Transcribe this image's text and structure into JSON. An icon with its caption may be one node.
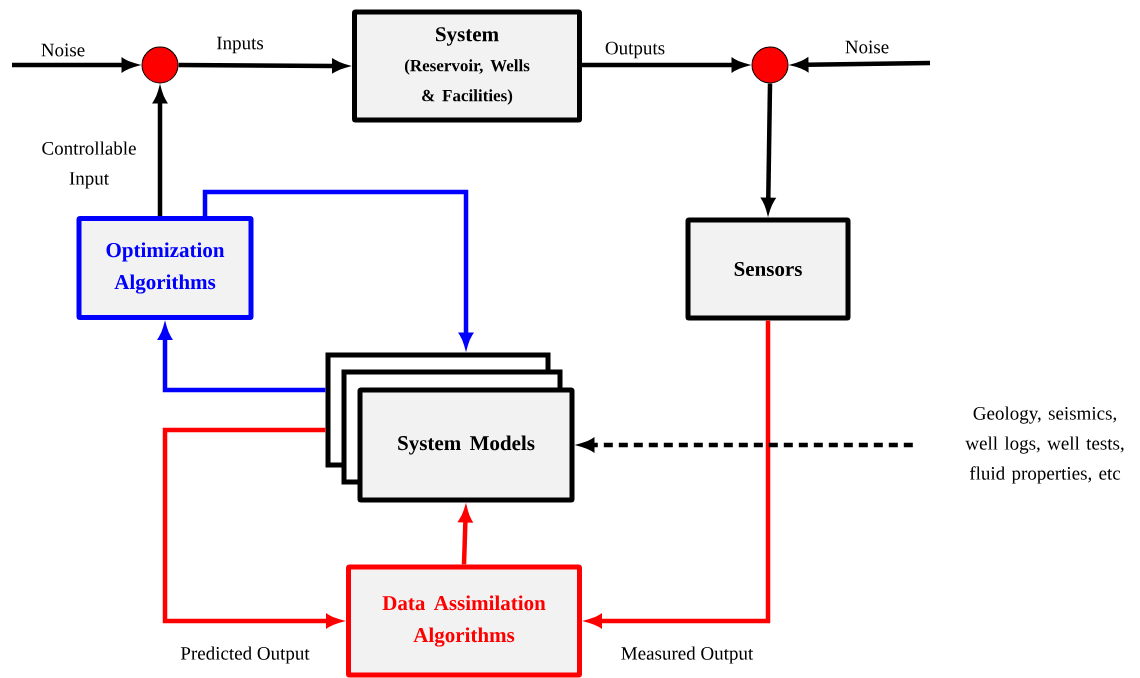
{
  "diagram": {
    "nodes": [
      {
        "text": [],
        "shape": "circle"
      },
      {
        "text": [
          "System",
          "(Reservoir, Wells & Facilities)"
        ]
      },
      {
        "text": [],
        "shape": "circle"
      },
      {
        "text": [
          "Sensors"
        ]
      },
      {
        "text": [
          "Optimization Algorithms"
        ]
      },
      {
        "text": [
          "System Models"
        ]
      },
      {
        "text": [
          "Data Assimilation Algorithms"
        ]
      },
      {
        "text": [
          "Geology, seismics, well logs, well tests, fluid properties, etc"
        ]
      }
    ],
    "edges": [
      {
        "from": null,
        "to": 0,
        "arrow": "to",
        "label": "Noise"
      },
      {
        "from": 0,
        "to": 1,
        "arrow": "to",
        "label": "Inputs"
      },
      {
        "from": 1,
        "to": 2,
        "arrow": "to",
        "label": "Outputs"
      },
      {
        "from": null,
        "to": 2,
        "arrow": "to",
        "label": "Noise"
      },
      {
        "from": 2,
        "to": 3,
        "arrow": "to"
      },
      {
        "from": 4,
        "to": 0,
        "arrow": "to",
        "label": "Controllable Input"
      },
      {
        "from": 4,
        "to": 5,
        "arrow": "to",
        "color": "#0000ff"
      },
      {
        "from": 5,
        "to": 4,
        "arrow": "to",
        "color": "#0000ff"
      },
      {
        "from": 5,
        "to": 6,
        "arrow": "to",
        "color": "#ff0000",
        "label": "Predicted Output"
      },
      {
        "from": 3,
        "to": 6,
        "arrow": "to",
        "color": "#ff0000",
        "label": "Measured Output"
      },
      {
        "from": 6,
        "to": 5,
        "arrow": "to",
        "color": "#ff0000"
      },
      {
        "from": 7,
        "to": 5,
        "arrow": "to",
        "style": "dashed"
      }
    ]
  }
}
